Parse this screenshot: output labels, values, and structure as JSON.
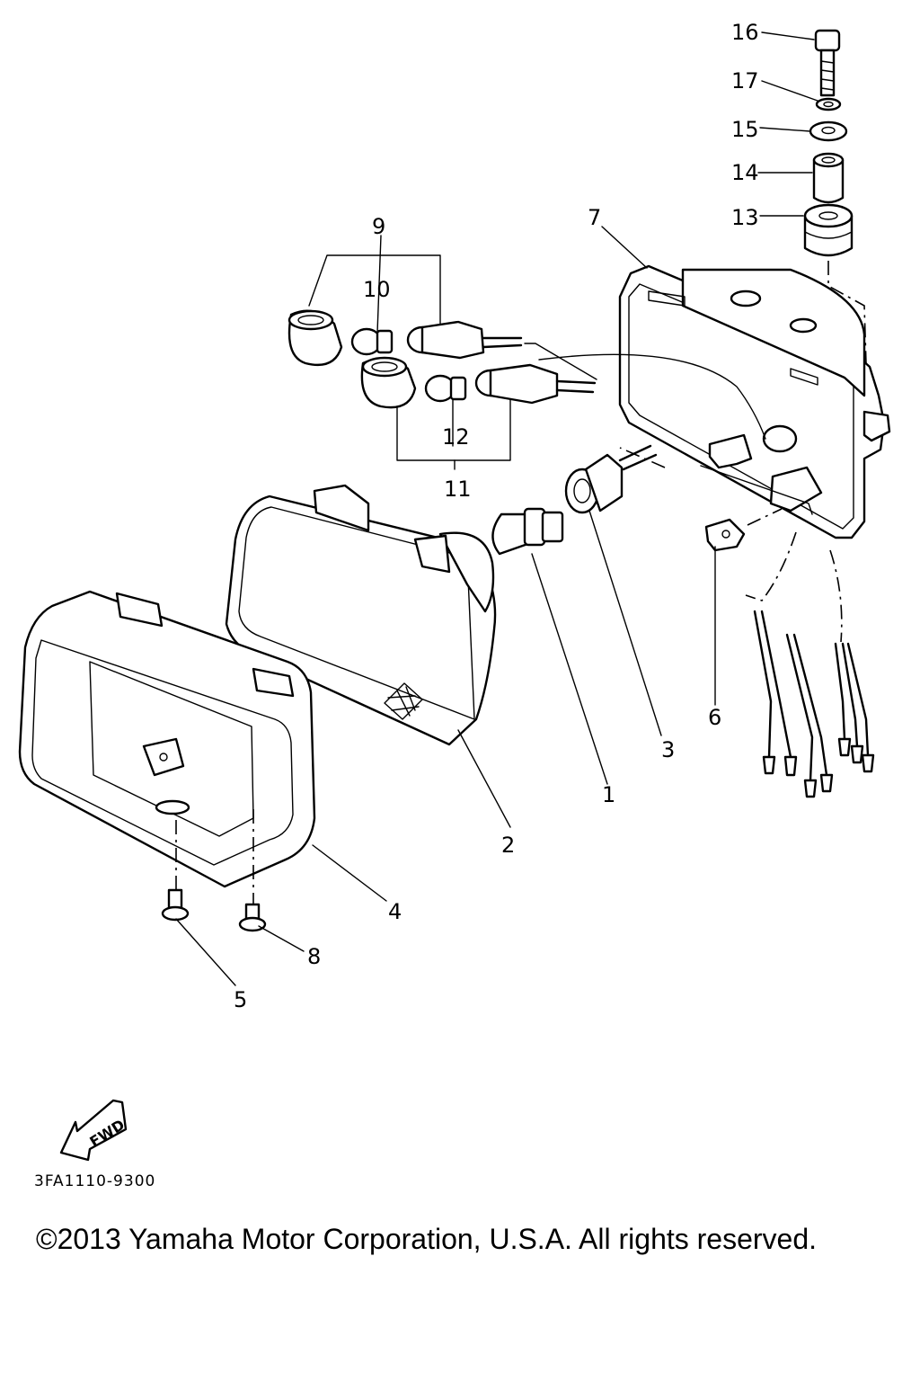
{
  "callouts": {
    "c1": "1",
    "c2": "2",
    "c3": "3",
    "c4": "4",
    "c5": "5",
    "c6": "6",
    "c7": "7",
    "c8": "8",
    "c9": "9",
    "c10": "10",
    "c11": "11",
    "c12": "12",
    "c13": "13",
    "c14": "14",
    "c15": "15",
    "c16": "16",
    "c17": "17"
  },
  "fwd_label": "FWD",
  "doc_code": "3FA1110-9300",
  "copyright": "©2013 Yamaha Motor Corporation, U.S.A. All rights reserved."
}
